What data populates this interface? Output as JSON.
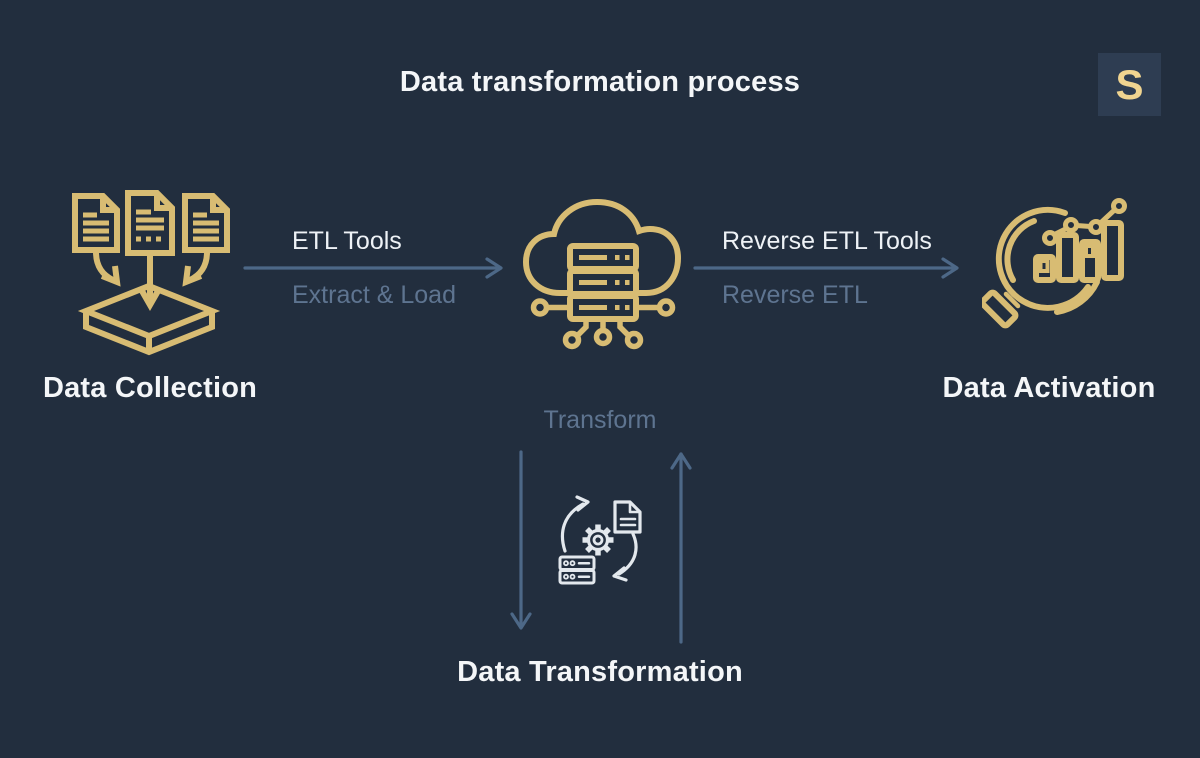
{
  "title": "Data transformation process",
  "logo": {
    "letter": "S"
  },
  "flow": {
    "collection": {
      "label": "Data Collection"
    },
    "warehouse": {
      "transform_label": "Transform"
    },
    "activation": {
      "label": "Data Activation"
    },
    "transformation": {
      "label": "Data Transformation"
    },
    "etl_arrow": {
      "title": "ETL Tools",
      "subtitle": "Extract & Load"
    },
    "reverse_etl_arrow": {
      "title": "Reverse ETL Tools",
      "subtitle": "Reverse ETL"
    }
  },
  "icons": [
    "documents-to-box-icon",
    "cloud-data-warehouse-icon",
    "magnifier-analytics-icon",
    "transform-cycle-icon",
    "s-logo"
  ],
  "colors": {
    "background": "#222e3e",
    "gold_icon": "#d8bc73",
    "white_text": "#f4f6f8",
    "muted_text": "#5e7490",
    "arrow": "#4d6887",
    "logo_bg": "#2e3d52",
    "logo_letter": "#f0d490",
    "transform_icon": "#e3e8ed"
  }
}
